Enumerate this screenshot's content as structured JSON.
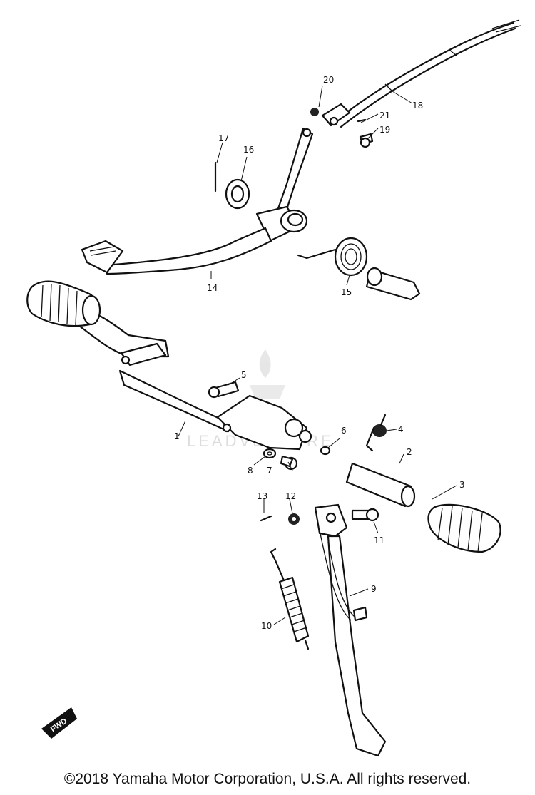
{
  "diagram": {
    "callouts": [
      "1",
      "2",
      "3",
      "4",
      "5",
      "6",
      "7",
      "8",
      "9",
      "10",
      "11",
      "12",
      "13",
      "14",
      "15",
      "16",
      "17",
      "18",
      "19",
      "20",
      "21"
    ],
    "forward_marker": "FWD",
    "watermark": "LEADVENTURE"
  },
  "footer": {
    "copyright": "©2018 Yamaha Motor Corporation, U.S.A. All rights reserved."
  }
}
